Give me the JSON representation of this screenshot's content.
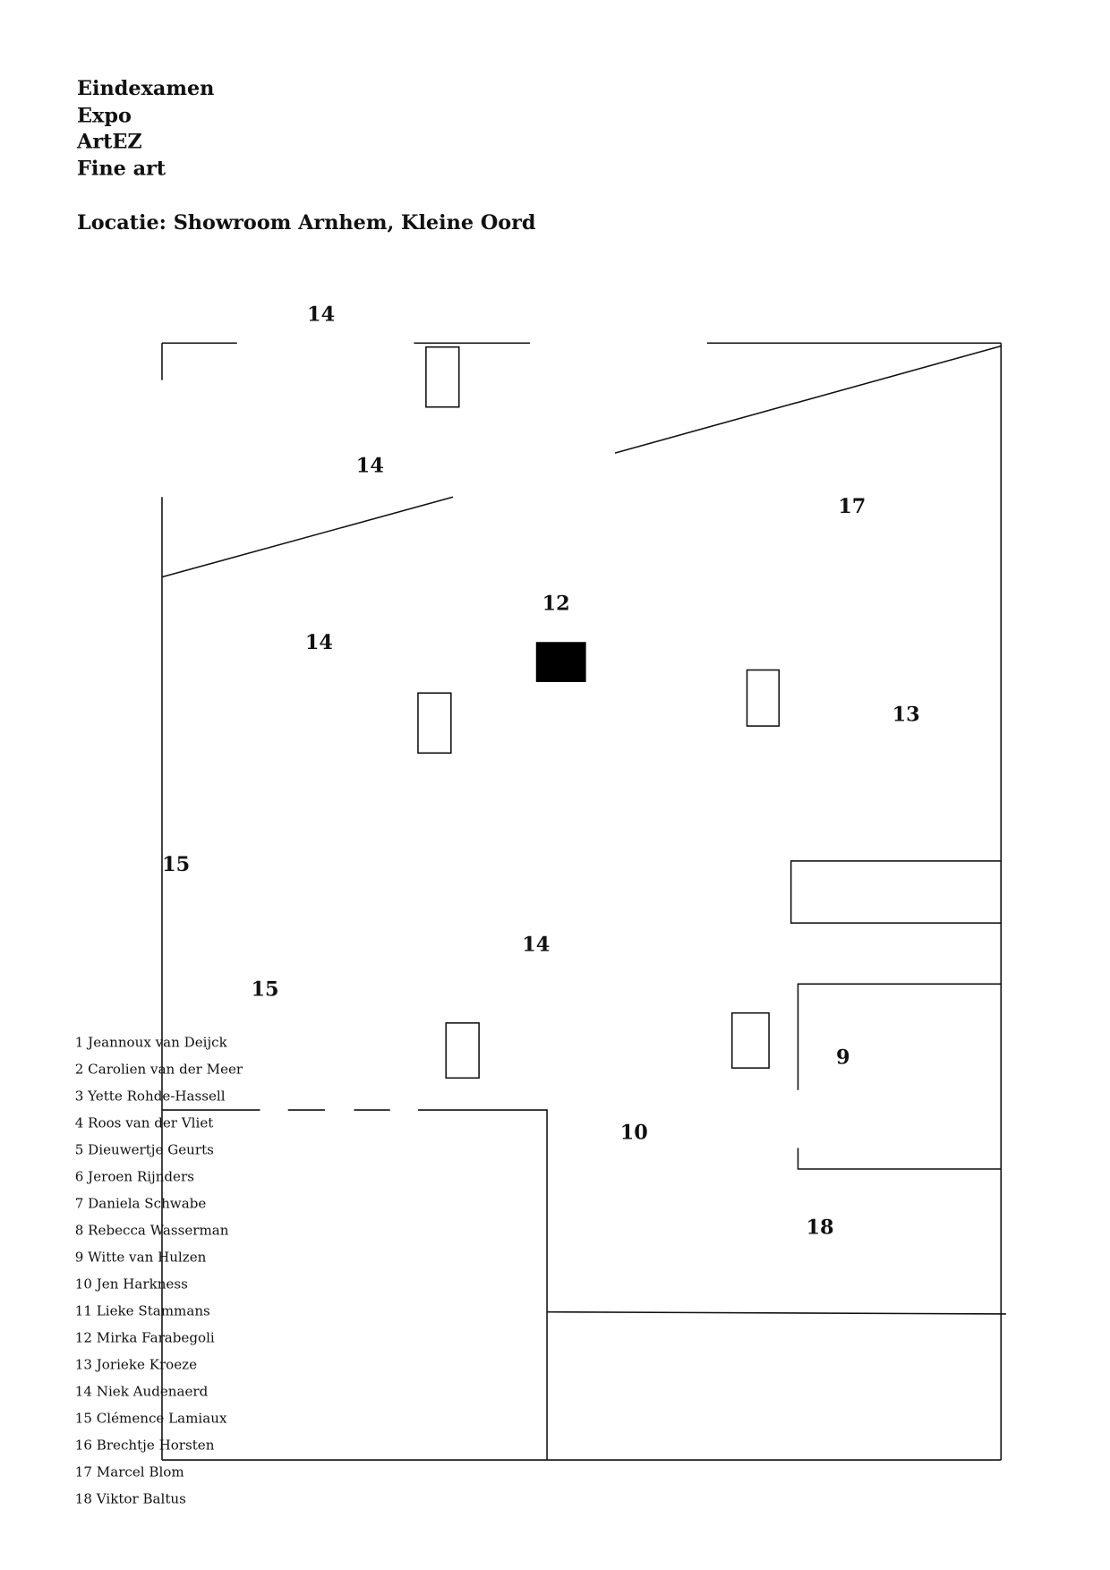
{
  "header": {
    "lines": [
      "Eindexamen",
      "Expo",
      "ArtEZ",
      "Fine art"
    ],
    "location": "Locatie: Showroom Arnhem, Kleine Oord"
  },
  "floorplan": {
    "labels": [
      "14",
      "14",
      "17",
      "12",
      "14",
      "13",
      "15",
      "14",
      "15",
      "9",
      "10",
      "18"
    ]
  },
  "legend": [
    "1 Jeannoux van Deijck",
    "2 Carolien van der Meer",
    "3 Yette Rohde-Hassell",
    "4 Roos van der Vliet",
    "5 Dieuwertje Geurts",
    "6 Jeroen Rijnders",
    "7 Daniela Schwabe",
    "8 Rebecca Wasserman",
    "9 Witte van Hulzen",
    "10 Jen Harkness",
    "11 Lieke Stammans",
    "12 Mirka Farabegoli",
    "13 Jorieke Kroeze",
    "14 Niek Audenaerd",
    "15 Clémence Lamiaux",
    "16 Brechtje Horsten",
    "17 Marcel Blom",
    "18 Viktor Baltus"
  ]
}
